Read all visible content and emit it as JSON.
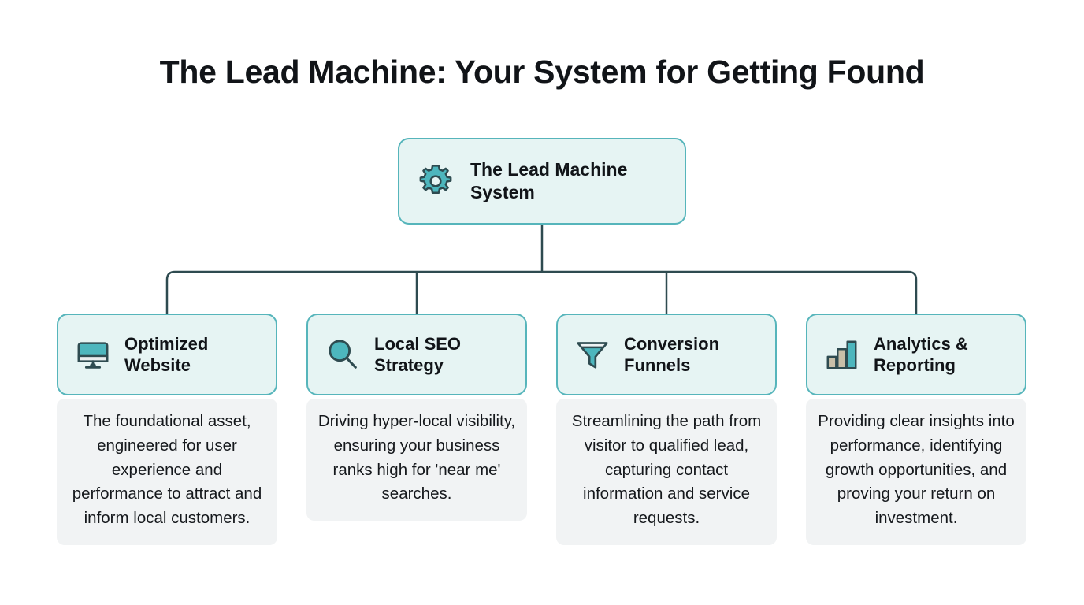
{
  "title": "The Lead Machine: Your System for Getting Found",
  "colors": {
    "node_border": "#56b5bb",
    "node_fill": "#e6f4f3",
    "connector": "#2e4b50",
    "icon_teal": "#4db6bd",
    "icon_tan": "#c8bfa8",
    "icon_outline": "#2e4b50",
    "desc_bg": "#f1f3f4",
    "text": "#111418",
    "background": "#ffffff"
  },
  "root": {
    "icon": "gear-icon",
    "label": "The Lead Machine System"
  },
  "branches": [
    {
      "icon": "desktop-monitor-icon",
      "title": "Optimized Website",
      "description": "The foundational asset, engineered for user experience and performance to attract and inform local customers."
    },
    {
      "icon": "magnifying-glass-icon",
      "title": "Local SEO Strategy",
      "description": "Driving hyper-local visibility, ensuring your business ranks high for 'near me' searches."
    },
    {
      "icon": "funnel-icon",
      "title": "Conversion Funnels",
      "description": "Streamlining the path from visitor to qualified lead, capturing contact information and service requests."
    },
    {
      "icon": "bar-chart-icon",
      "title": "Analytics & Reporting",
      "description": "Providing clear insights into performance, identifying growth opportunities, and proving your return on investment."
    }
  ]
}
